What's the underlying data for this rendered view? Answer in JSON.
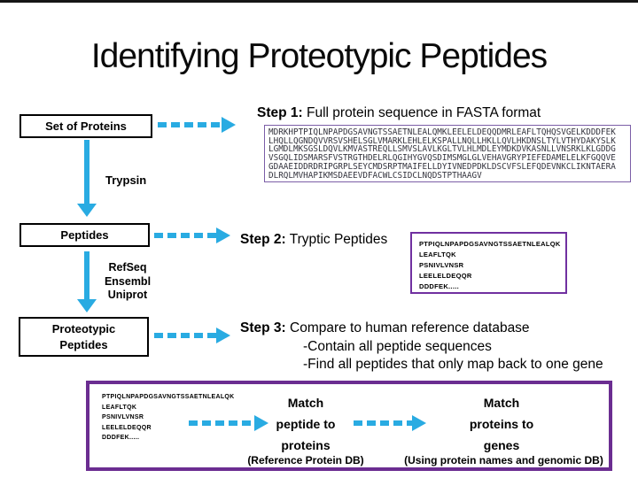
{
  "slide": {
    "title": "Identifying Proteotypic Peptides"
  },
  "flowchart": {
    "set_of_proteins_label": "Set of Proteins",
    "trypsin_label": "Trypsin",
    "peptides_label": "Peptides",
    "databases": [
      "RefSeq",
      "Ensembl",
      "Uniprot"
    ],
    "proteotypic_peptides_label": "Proteotypic Peptides"
  },
  "steps": {
    "step1": {
      "label": "Step 1:",
      "text": "Full protein sequence in FASTA format"
    },
    "step2": {
      "label": "Step 2:",
      "text": "Tryptic Peptides"
    },
    "step3": {
      "label": "Step 3:",
      "text": "Compare to human reference database",
      "sub": [
        "-Contain all peptide sequences",
        "-Find all peptides that only map back to one gene"
      ]
    }
  },
  "fasta_sequence_lines": [
    "MDRKHPTPIQLNPAPDGSAVNGTSSAETNLEALQMKLEELELDEQQDMRLEAFLTQHQSVGELKDDDFEK",
    "LHQLLQGNDQVVRSVSHELSGLVMARKLEHLELKSPALLNQLLHKLLQVLHKDNSLTYLVTHYDAKYSLK",
    "LGMDLMKSGSLDQVLKMVASTREQLLSMVSLAVLKGLTVLHLMDLEYMDKDVKASNLLVNSRKLKLGDDG",
    "VSGQLIDSMARSFVSTRGTHDELRLQGIHYGVQSDIMSMGLGLVEHAVGRYPIEFEDAMELELKFGQQVE",
    "GDAAEIDDRDRIPGRPLSEYCMDSRPTMAIFELLDYIVNEDPDKLDSCVFSLEFQDEVNKCLIKNTAERA",
    "DLRQLMVHAPIKMSDAEEVDFACWLCSIDCLNQDSTPTHAAGV"
  ],
  "tryptic_peptides": [
    "PTPIQLNPAPDGSAVNGTSSAETNLEALQK",
    "LEAFLTQK",
    "PSNIVLVNSR",
    "LEELELDEQQR",
    "DDDFEK....."
  ],
  "bottom_panel": {
    "match_peptide": {
      "lines": [
        "Match",
        "peptide to",
        "proteins"
      ],
      "caption": "(Reference Protein DB)"
    },
    "match_genes": {
      "lines": [
        "Match",
        "proteins to",
        "genes"
      ],
      "caption": "(Using protein names and genomic DB)"
    }
  },
  "colors": {
    "arrow": "#29ABE2",
    "purple_border": "#7030A0",
    "box_border": "#000000"
  }
}
